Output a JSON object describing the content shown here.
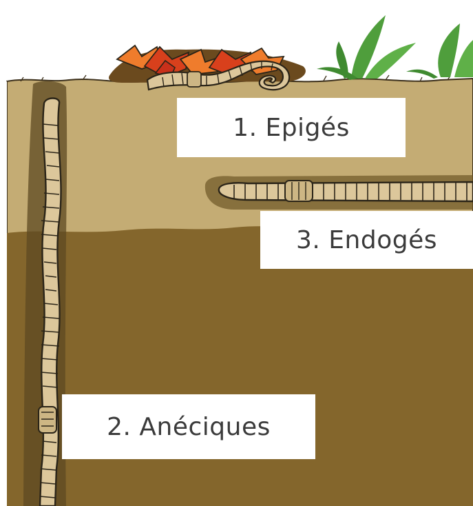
{
  "labels": {
    "epiges": "1. Epigés",
    "endoges": "3. Endogés",
    "aneciques": "2. Anéciques"
  },
  "colors": {
    "sky": "#ffffff",
    "topsoil": "#c4ac74",
    "subsoil": "#84662c",
    "burrow": "#5e4a22",
    "worm_body": "#dcc79b",
    "worm_outline": "#2a2418",
    "leaves_red": "#d8401c",
    "leaves_orange": "#ef7c2c",
    "plant_green": "#4f9e3c",
    "label_background": "#ffffff",
    "label_text": "#3b3b3b"
  },
  "icons": {
    "leaf_litter": "leaf-litter-icon",
    "plant": "plant-icon",
    "worm_epigeic": "epigeic-worm-icon",
    "worm_endogeic": "endogeic-worm-icon",
    "worm_anecic": "anecic-worm-icon"
  }
}
